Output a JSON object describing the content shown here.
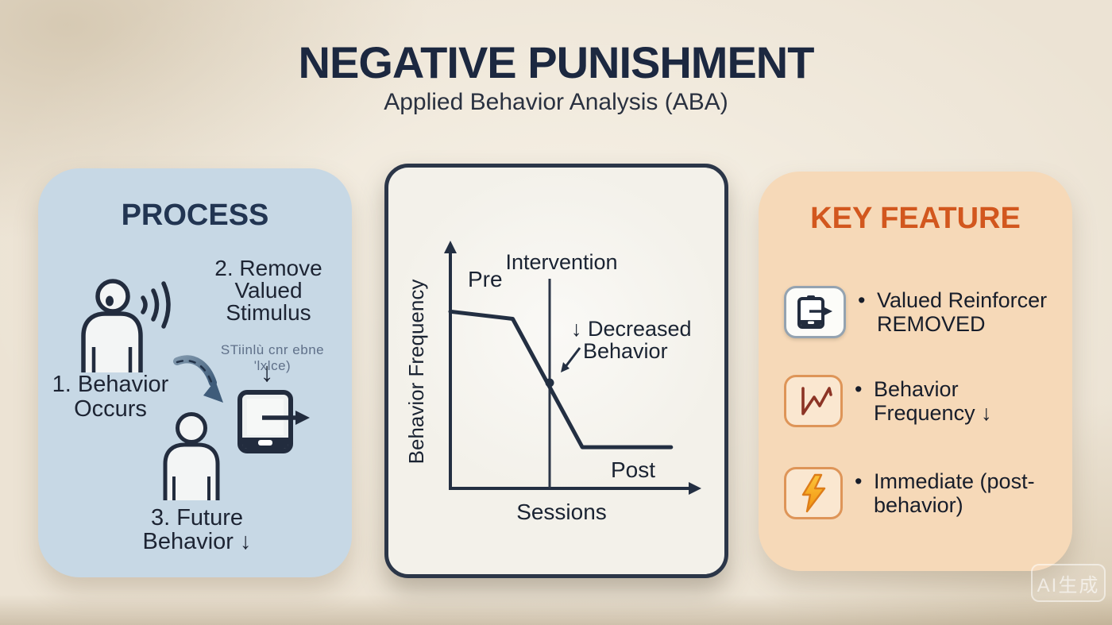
{
  "header": {
    "title": "NEGATIVE PUNISHMENT",
    "subtitle": "Applied Behavior Analysis (ABA)"
  },
  "process_panel": {
    "title": "PROCESS",
    "step1_line1": "1. Behavior",
    "step1_line2": "Occurs",
    "step2_line1": "2. Remove",
    "step2_line2": "Valued",
    "step2_line3": "Stimulus",
    "note_garbled": "STiinlù cnr ebne 'lxlce)",
    "down_arrow": "↓",
    "step3_line1": "3. Future",
    "step3_line2": "Behavior ↓",
    "icons": [
      "person-yelling-icon",
      "sound-waves-icon",
      "curved-arrow-icon",
      "tablet-removed-icon",
      "person-icon"
    ],
    "panel_color": "#c7d8e5",
    "title_color": "#223552"
  },
  "chart_data": {
    "type": "line",
    "title": "",
    "xlabel": "Sessions",
    "ylabel": "Behavior Frequency",
    "phase_labels": {
      "pre": "Pre",
      "intervention": "Intervention",
      "post": "Post"
    },
    "annotation_line1": "↓ Decreased",
    "annotation_line2": "Behavior",
    "axes_unlabeled_conceptual": true,
    "series": [
      {
        "name": "Behavior frequency across sessions",
        "points_norm": [
          [
            0.0,
            0.73
          ],
          [
            0.26,
            0.7
          ],
          [
            0.55,
            0.17
          ],
          [
            0.92,
            0.17
          ]
        ]
      }
    ],
    "intervention_line_x_norm": 0.414,
    "marker_norm": [
      0.414,
      0.436
    ],
    "line_color": "#232f42"
  },
  "key_panel": {
    "title": "KEY FEATURE",
    "title_color": "#d2571e",
    "panel_color": "#f6d9b8",
    "bullet": "•",
    "items": [
      {
        "icon": "tablet-removed-icon",
        "line1": "Valued Reinforcer",
        "line2": "REMOVED"
      },
      {
        "icon": "trend-line-down-icon",
        "line1": "Behavior",
        "line2": "Frequency ↓"
      },
      {
        "icon": "lightning-icon",
        "line1": "Immediate (post-",
        "line2": "behavior)"
      }
    ]
  },
  "watermark": {
    "text": "AI生成"
  }
}
